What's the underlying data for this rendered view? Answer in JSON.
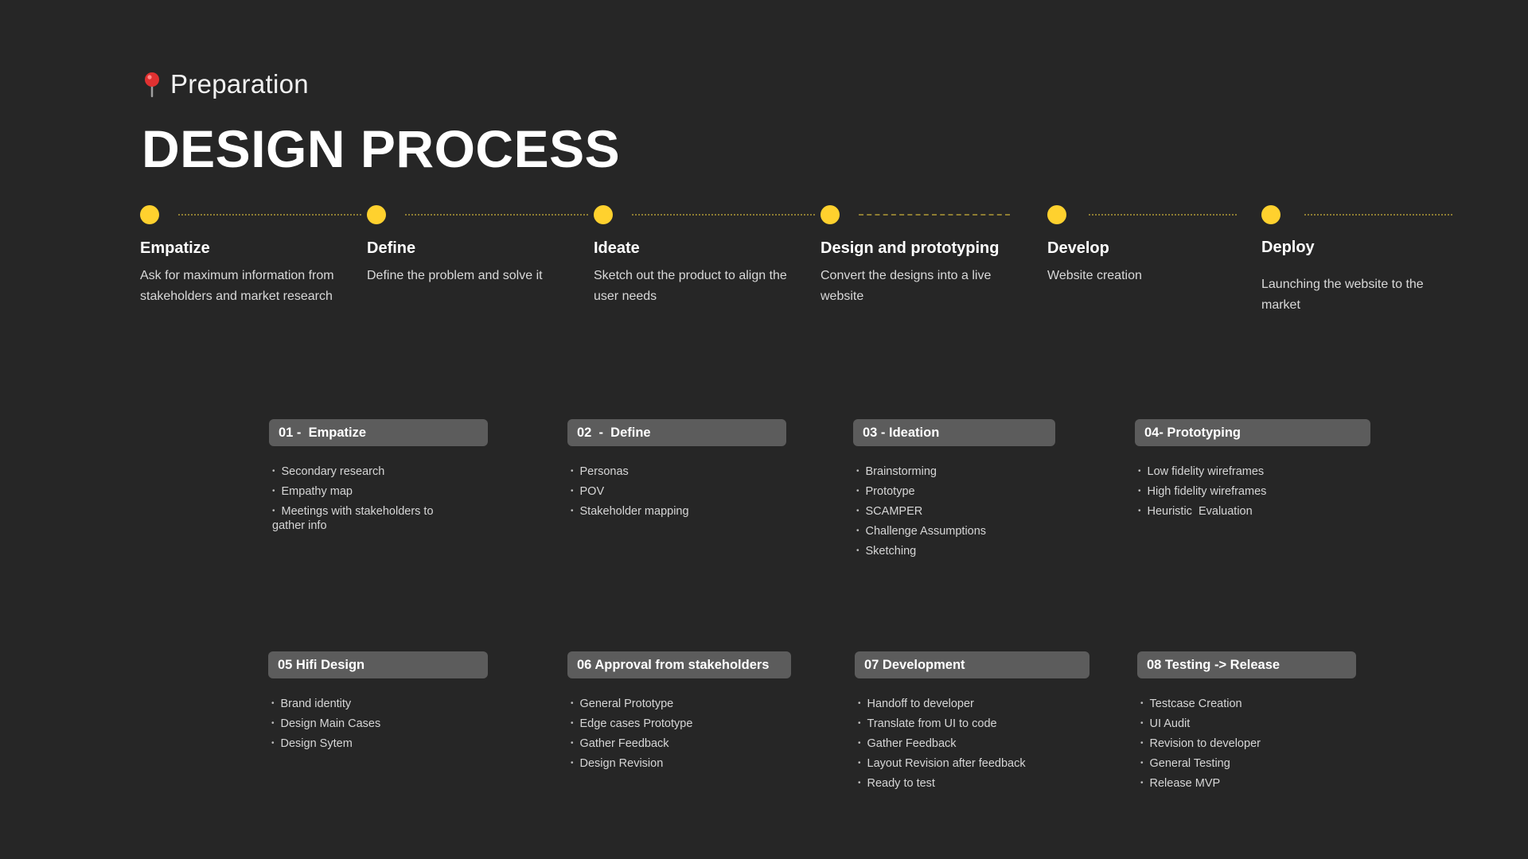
{
  "header": {
    "subtitle": "Preparation",
    "title": "DESIGN PROCESS",
    "pin_icon": "pin-icon"
  },
  "colors": {
    "background": "#262626",
    "accent": "#ffd12e",
    "card": "#5c5c5c"
  },
  "stages": [
    {
      "name": "Empatize",
      "desc": "Ask for maximum information from stakeholders and market research"
    },
    {
      "name": "Define",
      "desc": "Define the problem and solve it"
    },
    {
      "name": "Ideate",
      "desc": "Sketch out the product to align the user needs"
    },
    {
      "name": "Design and prototyping",
      "desc": "Convert the designs into a live website"
    },
    {
      "name": "Develop",
      "desc": "Website creation"
    },
    {
      "name": "Deploy",
      "desc": "Launching the website to the market"
    }
  ],
  "steps": [
    {
      "title": "01 -  Empatize",
      "items": [
        "Secondary research",
        "Empathy map",
        "Meetings with stakeholders to gather info"
      ]
    },
    {
      "title": "02  -  Define",
      "items": [
        "Personas",
        "POV",
        "Stakeholder mapping"
      ]
    },
    {
      "title": "03 - Ideation",
      "items": [
        "Brainstorming",
        "Prototype",
        "SCAMPER",
        "Challenge Assumptions",
        "Sketching"
      ]
    },
    {
      "title": "04- Prototyping",
      "items": [
        "Low fidelity wireframes",
        "High fidelity wireframes",
        "Heuristic  Evaluation"
      ]
    },
    {
      "title": "05 Hifi Design",
      "items": [
        "Brand identity",
        "Design Main Cases",
        "Design Sytem"
      ]
    },
    {
      "title": "06 Approval from stakeholders",
      "items": [
        "General Prototype",
        "Edge cases Prototype",
        "Gather Feedback",
        "Design Revision"
      ]
    },
    {
      "title": "07 Development",
      "items": [
        "Handoff to developer",
        "Translate from UI to code",
        "Gather Feedback",
        "Layout Revision after feedback",
        "Ready to test"
      ]
    },
    {
      "title": "08 Testing -> Release",
      "items": [
        "Testcase Creation",
        "UI Audit",
        "Revision to developer",
        "General Testing",
        "Release MVP"
      ]
    }
  ]
}
